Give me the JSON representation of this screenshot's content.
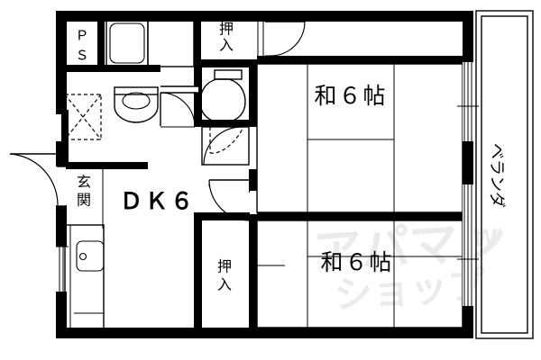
{
  "document": {
    "type": "floor-plan",
    "title": "2DK apartment floor plan",
    "background_color": "#ffffff",
    "line_color": "#000000",
    "watermark_color": "#ebebeb"
  },
  "rooms": [
    {
      "id": "dk",
      "label": "ＤＫ６",
      "kind": "dining-kitchen",
      "size": "6 jo"
    },
    {
      "id": "washitsu-top",
      "label": "和６帖",
      "kind": "japanese-room",
      "size": "6 jo"
    },
    {
      "id": "washitsu-bot",
      "label": "和６帖",
      "kind": "japanese-room",
      "size": "6 jo"
    },
    {
      "id": "genkan",
      "label": "玄関",
      "kind": "entrance"
    },
    {
      "id": "veranda",
      "label": "ベランダ",
      "kind": "balcony"
    },
    {
      "id": "closet-top",
      "label": "押入",
      "kind": "closet"
    },
    {
      "id": "closet-bottom",
      "label": "押入",
      "kind": "closet"
    },
    {
      "id": "pipe-shaft",
      "label": "ＰＳ",
      "kind": "pipe-shaft"
    }
  ],
  "labels": {
    "dk": "ＤＫ６",
    "washitsu_top": "和６帖",
    "washitsu_bottom": "和６帖",
    "genkan_line1": "玄",
    "genkan_line2": "関",
    "veranda_chars": "ベランダ",
    "oshiire_top_line1": "押",
    "oshiire_top_line2": "入",
    "oshiire_bottom_line1": "押",
    "oshiire_bottom_line2": "入",
    "ps_line1": "Ｐ",
    "ps_line2": "Ｓ"
  },
  "fixtures": [
    {
      "name": "bathtub",
      "room": "bathroom"
    },
    {
      "name": "washbasin",
      "room": "washroom"
    },
    {
      "name": "toilet",
      "room": "toilet"
    },
    {
      "name": "kitchen-sink",
      "room": "dk"
    },
    {
      "name": "washer-space",
      "room": "washroom"
    }
  ],
  "openings": [
    {
      "name": "entrance-door",
      "type": "hinged-door",
      "swing": "out-left"
    },
    {
      "name": "washroom-door",
      "type": "hinged-door",
      "swing": "in-right"
    },
    {
      "name": "toilet-door",
      "type": "folding-door"
    },
    {
      "name": "washitsu-top-door",
      "type": "hinged-door",
      "swing": "in-left"
    },
    {
      "name": "washitsu-bottom-door",
      "type": "hinged-door",
      "swing": "in-left"
    },
    {
      "name": "veranda-sliding-top",
      "type": "sliding-glass-door"
    },
    {
      "name": "veranda-sliding-bottom",
      "type": "sliding-glass-door"
    },
    {
      "name": "kitchen-window",
      "type": "window"
    },
    {
      "name": "closet-bottom-sliding",
      "type": "sliding-closet-door"
    }
  ],
  "watermark": {
    "line1": "アパマン",
    "line2": "ショップ",
    "mark": "W"
  }
}
